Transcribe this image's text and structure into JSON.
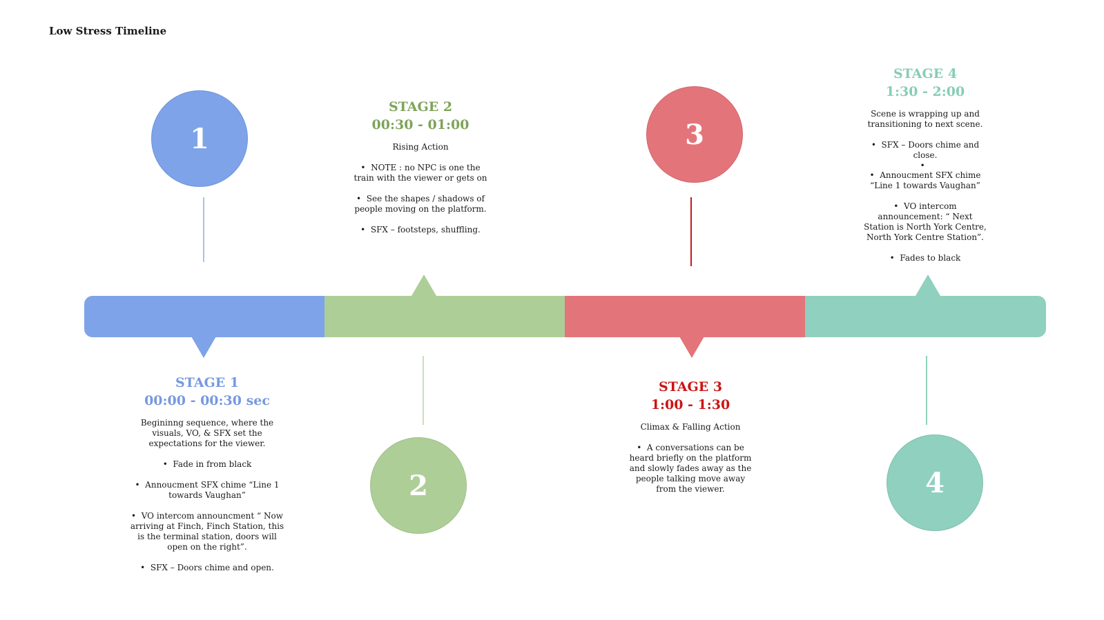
{
  "page_title": "Low Stress Timeline",
  "colors": {
    "stage1": "#7fa3e8",
    "stage2": "#aece97",
    "stage3": "#e3757a",
    "stage4": "#8fd0be",
    "stage1_title": "#7699e0",
    "stage2_title": "#7ea35a",
    "stage3_title": "#cc1414",
    "stage4_title": "#86cdb7",
    "stage3_line": "#c41a1a"
  },
  "circles": {
    "c1": "1",
    "c2": "2",
    "c3": "3",
    "c4": "4"
  },
  "stage1": {
    "title": "STAGE 1",
    "time": "00:00 - 00:30 sec",
    "intro": "Begininng sequence, where the visuals, VO, & SFX set the expectations for the viewer.",
    "bullets": [
      "Fade in from black",
      "Annoucment SFX chime “Line 1 towards Vaughan”",
      "VO intercom announcment “ Now arriving at Finch, Finch Station, this is the terminal station, doors will open on the right”.",
      "SFX – Doors chime and open."
    ]
  },
  "stage2": {
    "title": "STAGE 2",
    "time": "00:30 - 01:00",
    "intro": "Rising Action",
    "bullets": [
      "NOTE : no NPC is one the train with the viewer or gets on",
      "See the shapes / shadows of people moving on the platform.",
      "SFX – footsteps, shuffling."
    ]
  },
  "stage3": {
    "title": "STAGE 3",
    "time": "1:00 - 1:30",
    "intro": "Climax & Falling Action",
    "bullets": [
      "A conversations can be heard briefly on the platform and slowly fades away as the people talking move away from the viewer."
    ]
  },
  "stage4": {
    "title": "STAGE 4",
    "time": "1:30 - 2:00",
    "intro": "Scene is wrapping up and transitioning to next scene.",
    "bullets": [
      "SFX – Doors chime and close.",
      "",
      "Annoucment SFX chime “Line 1 towards Vaughan”",
      "VO intercom announcement: “ Next Station is North York Centre, North York Centre Station”.",
      "Fades to  black"
    ]
  }
}
